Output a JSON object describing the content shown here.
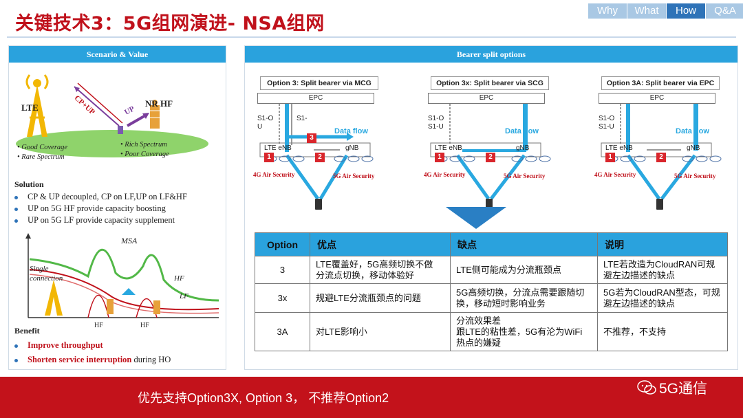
{
  "title": "关键技术3：5G组网演进- NSA组网",
  "nav": [
    {
      "label": "Why",
      "active": false
    },
    {
      "label": "What",
      "active": false
    },
    {
      "label": "How",
      "active": true
    },
    {
      "label": "Q&A",
      "active": false
    }
  ],
  "left_panel": {
    "header": "Scenario  & Value",
    "diagram": {
      "lte": "LTE",
      "nr_hf": "NR HF",
      "cp_up": "CP+UP",
      "up": "UP",
      "good_coverage": "• Good Coverage",
      "rare_spectrum": "• Rare Spectrum",
      "rich_spectrum": "• Rich Spectrum",
      "poor_coverage": "• Poor Coverage"
    },
    "solution_title": "Solution",
    "solutions": [
      "CP & UP decoupled,  CP on LF,UP on LF&HF",
      "UP on 5G HF provide capacity boosting",
      "UP on 5G LF provide capacity supplement"
    ],
    "graph": {
      "msa": "MSA",
      "single": "Single",
      "connection": "connection",
      "hf_line": "HF",
      "lf_line": "LF",
      "hf1": "HF",
      "hf2": "HF"
    },
    "benefit_title": "Benefit",
    "benefits": [
      {
        "bold": "Improve throughput",
        "rest": ""
      },
      {
        "bold": "Shorten service interruption",
        "rest": " during HO"
      }
    ]
  },
  "right_panel": {
    "header": "Bearer  split   options",
    "options": [
      {
        "title": "Option 3: Split bearer via MCG",
        "epc": "EPC",
        "s1o": "S1-O",
        "u": "U",
        "s1": "S1-",
        "data_flow": "Data flow",
        "enb": "LTE eNB",
        "gnb": "gNB",
        "n1": "1",
        "n2": "2",
        "n3": "3",
        "sec4g": "4G Air Security",
        "sec5g": "5G Air Security"
      },
      {
        "title": "Option 3x: Split bearer via SCG",
        "epc": "EPC",
        "s1o": "S1-O",
        "u": "S1-U",
        "data_flow": "Data flow",
        "enb": "LTE eNB",
        "gnb": "gNB",
        "n1": "1",
        "n2": "2",
        "sec4g": "4G Air Security",
        "sec5g": "5G Air Security"
      },
      {
        "title": "Option 3A: Split bearer via EPC",
        "epc": "EPC",
        "s1o": "S1-O",
        "u": "S1-U",
        "data_flow": "Data flow",
        "enb": "LTE eNB",
        "gnb": "gNB",
        "n1": "1",
        "n2": "2",
        "sec4g": "4G Air Security",
        "sec5g": "5G Air Security"
      }
    ],
    "table": {
      "headers": [
        "Option",
        "优点",
        "缺点",
        "说明"
      ],
      "rows": [
        {
          "option": "3",
          "pros": [
            "LTE覆盖好，5G高频切换不做",
            "分流点切换，移动体验好"
          ],
          "cons": [
            "LTE侧可能成为分流瓶颈点"
          ],
          "note": [
            "LTE若改造为CloudRAN可规",
            "避左边描述的缺点"
          ]
        },
        {
          "option": "3x",
          "pros": [
            "规避LTE分流瓶颈点的问题"
          ],
          "cons": [
            "5G高频切换，分流点需要跟随切",
            "换，移动短时影响业务"
          ],
          "note": [
            "5G若为CloudRAN型态，可规",
            "避左边描述的缺点"
          ]
        },
        {
          "option": "3A",
          "pros": [
            "对LTE影响小"
          ],
          "cons": [
            "分流效果差",
            "跟LTE的粘性差，5G有沦为WiFi",
            "热点的嫌疑"
          ],
          "note": [
            "不推荐，不支持"
          ]
        }
      ]
    }
  },
  "banner_text": "优先支持Option3X, Option 3， 不推荐Option2",
  "brand": "5G通信",
  "colors": {
    "accent_red": "#c3121b",
    "accent_blue": "#2aa2dd",
    "flow_blue": "#29a8e0"
  }
}
